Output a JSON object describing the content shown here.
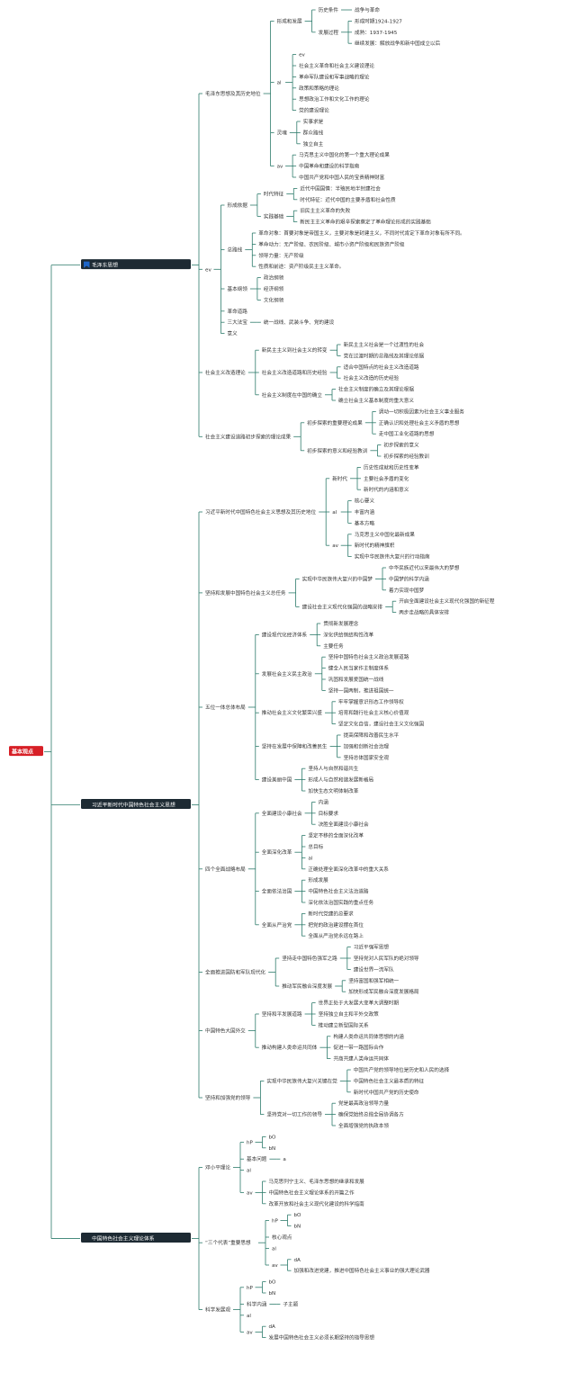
{
  "colors": {
    "line": "#2e7c6c",
    "root_fill": "#d71f26",
    "branch_fill": "#1d2a33",
    "icon_blue": "#1e66c9",
    "text": "#333333"
  },
  "mindmap": {
    "label": "基本观点",
    "children": [
      {
        "label": "毛泽东思想",
        "icon": "flag-icon",
        "children": [
          {
            "label": "毛泽东思想及其历史地位",
            "children": [
              {
                "label": "形成和发展",
                "children": [
                  {
                    "label": "历史条件",
                    "children": [
                      {
                        "label": "战争与革命"
                      }
                    ]
                  },
                  {
                    "label": "发展过程",
                    "children": [
                      {
                        "label": "形成时期1924-1927"
                      },
                      {
                        "label": "成熟：1937-1945"
                      },
                      {
                        "label": "继续发展：解放战争和新中国成立以后"
                      }
                    ]
                  }
                ]
              },
              {
                "label": "al",
                "children": [
                  {
                    "label": "ev"
                  },
                  {
                    "label": "社会主义革命和社会主义建设理论"
                  },
                  {
                    "label": "革命军队建设和军事战略的理论"
                  },
                  {
                    "label": "政策和策略的理论"
                  },
                  {
                    "label": "思想政治工作和文化工作的理论"
                  },
                  {
                    "label": "党的建设理论"
                  }
                ]
              },
              {
                "label": "灵魂",
                "children": [
                  {
                    "label": "实事求是"
                  },
                  {
                    "label": "群众路线"
                  },
                  {
                    "label": "独立自主"
                  }
                ]
              },
              {
                "label": "av",
                "children": [
                  {
                    "label": "马克思主义中国化的第一个重大理论成果"
                  },
                  {
                    "label": "中国革命和建设的科学指南"
                  },
                  {
                    "label": "中国共产党和中国人民的宝贵精神财富"
                  }
                ]
              }
            ]
          },
          {
            "label": "ev",
            "children": [
              {
                "label": "形成依据",
                "children": [
                  {
                    "label": "时代特征",
                    "children": [
                      {
                        "label": "近代中国国情：半殖民地半封建社会"
                      },
                      {
                        "label": "时代特征：近代中国的主要矛盾和社会性质"
                      }
                    ]
                  },
                  {
                    "label": "实践基础",
                    "children": [
                      {
                        "label": "旧民主主义革命的失败"
                      },
                      {
                        "label": "新民主主义革命的艰辛探索奠定了革命理论形成的实践基础"
                      }
                    ]
                  }
                ]
              },
              {
                "label": "总路线",
                "children": [
                  {
                    "label": "革命对象：首要对象是帝国主义，主要对象是封建主义，不同时代肯定下革命对象有所不同。"
                  },
                  {
                    "label": "革命动力：无产阶级、农民阶级、城市小资产阶级和民族资产阶级"
                  },
                  {
                    "label": "领导力量：无产阶级"
                  },
                  {
                    "label": "性质和前途：资产阶级民主主义革命。"
                  }
                ]
              },
              {
                "label": "基本纲领",
                "children": [
                  {
                    "label": "政治纲领"
                  },
                  {
                    "label": "经济纲领"
                  },
                  {
                    "label": "文化纲领"
                  }
                ]
              },
              {
                "label": "革命道路"
              },
              {
                "label": "三大法宝",
                "children": [
                  {
                    "label": "统一战线、武装斗争、党的建设"
                  }
                ]
              },
              {
                "label": "意义"
              }
            ]
          },
          {
            "label": "社会主义改造理论",
            "children": [
              {
                "label": "新民主主义到社会主义的转变",
                "children": [
                  {
                    "label": "新民主主义社会是一个过渡性的社会"
                  },
                  {
                    "label": "党在过渡时期的总路线及其理论依据"
                  }
                ]
              },
              {
                "label": "社会主义改造道路和历史经验",
                "children": [
                  {
                    "label": "适合中国特点的社会主义改造道路"
                  },
                  {
                    "label": "社会主义改造的历史经验"
                  }
                ]
              },
              {
                "label": "社会主义制度在中国的确立",
                "children": [
                  {
                    "label": "社会主义制度的确立及其理论根据"
                  },
                  {
                    "label": "确立社会主义基本制度的重大意义"
                  }
                ]
              }
            ]
          },
          {
            "label": "社会主义建设道路初步探索的理论成果",
            "children": [
              {
                "label": "初步探索的重要理论成果",
                "children": [
                  {
                    "label": "调动一切积极因素为社会主义事业服务"
                  },
                  {
                    "label": "正确认识和处理社会主义矛盾的思想"
                  },
                  {
                    "label": "走中国工业化道路的思想"
                  }
                ]
              },
              {
                "label": "初步探索的意义和经验教训",
                "children": [
                  {
                    "label": "初步探索的意义"
                  },
                  {
                    "label": "初步探索的经验教训"
                  }
                ]
              }
            ]
          }
        ]
      },
      {
        "label": "习近平新时代中国特色社会主义思想",
        "icon": "star-icon",
        "children": [
          {
            "label": "习近平新时代中国特色社会主义思想及其历史地位",
            "children": [
              {
                "label": "新时代",
                "children": [
                  {
                    "label": "历史性成就和历史性变革"
                  },
                  {
                    "label": "主要社会矛盾的变化"
                  },
                  {
                    "label": "新时代的内涵和意义"
                  }
                ]
              },
              {
                "label": "al",
                "children": [
                  {
                    "label": "核心要义"
                  },
                  {
                    "label": "丰富内涵"
                  },
                  {
                    "label": "基本方略"
                  }
                ]
              },
              {
                "label": "av",
                "children": [
                  {
                    "label": "马克思主义中国化最新成果"
                  },
                  {
                    "label": "新时代的精神旗帜"
                  },
                  {
                    "label": "实现中华民族伟大复兴的行动指南"
                  }
                ]
              }
            ]
          },
          {
            "label": "坚持和发展中国特色社会主义总任务",
            "children": [
              {
                "label": "实现中华民族伟大复兴的中国梦",
                "children": [
                  {
                    "label": "中华民族近代以来最伟大的梦想"
                  },
                  {
                    "label": "中国梦的科学内涵"
                  },
                  {
                    "label": "着力实现中国梦"
                  }
                ]
              },
              {
                "label": "建设社会主义现代化强国的战略安排",
                "children": [
                  {
                    "label": "开启全面建设社会主义现代化强国的新征程"
                  },
                  {
                    "label": "两步走战略的具体安排"
                  }
                ]
              }
            ]
          },
          {
            "label": "五位一体总体布局",
            "children": [
              {
                "label": "建设现代化经济体系",
                "children": [
                  {
                    "label": "贯彻新发展理念"
                  },
                  {
                    "label": "深化供给侧结构性改革"
                  },
                  {
                    "label": "主要任务"
                  }
                ]
              },
              {
                "label": "发展社会主义民主政治",
                "children": [
                  {
                    "label": "坚持中国特色社会主义政治发展道路"
                  },
                  {
                    "label": "健全人民当家作主制度体系"
                  },
                  {
                    "label": "巩固和发展爱国统一战线"
                  },
                  {
                    "label": "坚持一国两制，推进祖国统一"
                  }
                ]
              },
              {
                "label": "推动社会主义文化繁荣兴盛",
                "children": [
                  {
                    "label": "牢牢掌握意识形态工作领导权"
                  },
                  {
                    "label": "培育和践行社会主义核心价值观"
                  },
                  {
                    "label": "坚定文化自信，建设社会主义文化强国"
                  }
                ]
              },
              {
                "label": "坚持在发展中保障和改善民生",
                "children": [
                  {
                    "label": "提高保障和改善民生水平"
                  },
                  {
                    "label": "加强和创新社会治理"
                  },
                  {
                    "label": "坚持总体国家安全观"
                  }
                ]
              },
              {
                "label": "建设美丽中国",
                "children": [
                  {
                    "label": "坚持人与自然和谐共生"
                  },
                  {
                    "label": "形成人与自然和谐发展新格局"
                  },
                  {
                    "label": "加快生态文明体制改革"
                  }
                ]
              }
            ]
          },
          {
            "label": "四个全面战略布局",
            "children": [
              {
                "label": "全面建设小康社会",
                "children": [
                  {
                    "label": "内涵"
                  },
                  {
                    "label": "目标要求"
                  },
                  {
                    "label": "决胜全面建设小康社会"
                  }
                ]
              },
              {
                "label": "全面深化改革",
                "children": [
                  {
                    "label": "坚定不移的全面深化改革"
                  },
                  {
                    "label": "总目标"
                  },
                  {
                    "label": "al"
                  },
                  {
                    "label": "正确处理全面深化改革中的重大关系"
                  }
                ]
              },
              {
                "label": "全面依法治国",
                "children": [
                  {
                    "label": "形成发展"
                  },
                  {
                    "label": "中国特色社会主义法治道路"
                  },
                  {
                    "label": "深化依法治国实践的重点任务"
                  }
                ]
              },
              {
                "label": "全面从严治党",
                "children": [
                  {
                    "label": "新时代党建的总要求"
                  },
                  {
                    "label": "把党的政治建设摆在首位"
                  },
                  {
                    "label": "全面从严治党永远在路上"
                  }
                ]
              }
            ]
          },
          {
            "label": "全面推进国防和军队现代化",
            "children": [
              {
                "label": "坚持走中国特色强军之路",
                "children": [
                  {
                    "label": "习近平强军思想"
                  },
                  {
                    "label": "坚持党对人民军队的绝对领导"
                  },
                  {
                    "label": "建设世界一流军队"
                  }
                ]
              },
              {
                "label": "推动军民融合深度发展",
                "children": [
                  {
                    "label": "坚持富国和强军相统一"
                  },
                  {
                    "label": "加快形成军民融合深度发展格局"
                  }
                ]
              }
            ]
          },
          {
            "label": "中国特色大国外交",
            "children": [
              {
                "label": "坚持和平发展道路",
                "children": [
                  {
                    "label": "世界正处于大发展大变革大调整时期"
                  },
                  {
                    "label": "坚持独立自主和平外交政策"
                  },
                  {
                    "label": "推动建立新型国际关系"
                  }
                ]
              },
              {
                "label": "推动构建人类命运共同体",
                "children": [
                  {
                    "label": "构建人类命运共同体思想的内涵"
                  },
                  {
                    "label": "促进一带一路国际合作"
                  },
                  {
                    "label": "共商共建人类命运共同体"
                  }
                ]
              }
            ]
          },
          {
            "label": "坚持和加强党的领导",
            "children": [
              {
                "label": "实现中华民族伟大复兴关键在党",
                "children": [
                  {
                    "label": "中国共产党的领导地位是历史和人民的选择"
                  },
                  {
                    "label": "中国特色社会主义最本质的特征"
                  },
                  {
                    "label": "新时代中国共产党的历史使命"
                  }
                ]
              },
              {
                "label": "坚持党对一切工作的领导",
                "children": [
                  {
                    "label": "党是最高政治领导力量"
                  },
                  {
                    "label": "确保党始终总揽全局协调各方"
                  },
                  {
                    "label": "全面增强党的执政本领"
                  }
                ]
              }
            ]
          }
        ]
      },
      {
        "label": "中国特色社会主义理论体系",
        "icon": "star-icon",
        "children": [
          {
            "label": "邓小平理论",
            "children": [
              {
                "label": "hP",
                "children": [
                  {
                    "label": "bO"
                  },
                  {
                    "label": "bN"
                  }
                ]
              },
              {
                "label": "基本问题",
                "children": [
                  {
                    "label": "a"
                  }
                ]
              },
              {
                "label": "al"
              },
              {
                "label": "av",
                "children": [
                  {
                    "label": "马克思列宁主义、毛泽东思想的继承和发展"
                  },
                  {
                    "label": "中国特色社会主义理论体系的开篇之作"
                  },
                  {
                    "label": "改革开放和社会主义现代化建设的科学指南"
                  }
                ]
              }
            ]
          },
          {
            "label": "“三个代表”重要思想",
            "children": [
              {
                "label": "hP",
                "children": [
                  {
                    "label": "bO"
                  },
                  {
                    "label": "bN"
                  }
                ]
              },
              {
                "label": "核心观点"
              },
              {
                "label": "al"
              },
              {
                "label": "av",
                "children": [
                  {
                    "label": "dA"
                  },
                  {
                    "label": "加强和改进党建，推进中国特色社会主义事业的强大理论武器"
                  }
                ]
              }
            ]
          },
          {
            "label": "科学发展观",
            "children": [
              {
                "label": "hP",
                "children": [
                  {
                    "label": "bO"
                  },
                  {
                    "label": "bN"
                  }
                ]
              },
              {
                "label": "科学内涵",
                "children": [
                  {
                    "label": "子主题"
                  }
                ]
              },
              {
                "label": "al"
              },
              {
                "label": "av",
                "children": [
                  {
                    "label": "dA"
                  },
                  {
                    "label": "发展中国特色社会主义必须长期坚持的指导思想"
                  }
                ]
              }
            ]
          }
        ]
      }
    ]
  }
}
